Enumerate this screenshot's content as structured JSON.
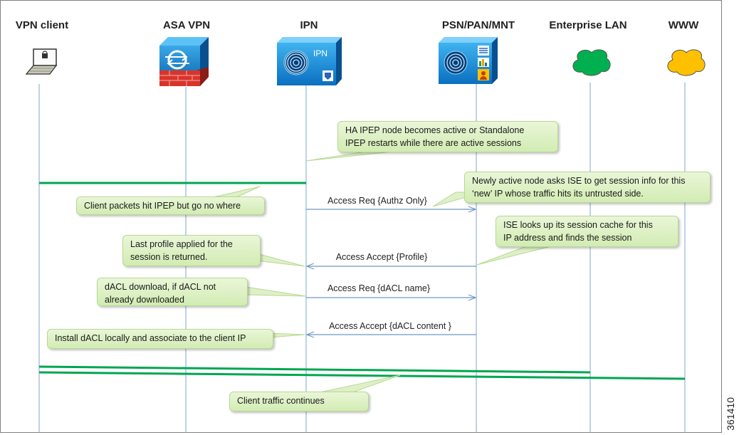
{
  "entities": [
    {
      "key": "vpn_client",
      "label": "VPN client",
      "icon": "laptop-icon"
    },
    {
      "key": "asa_vpn",
      "label": "ASA VPN",
      "icon": "firewall-icon"
    },
    {
      "key": "ipn",
      "label": "IPN",
      "icon": "ipn-appliance-icon",
      "badge": "IPN"
    },
    {
      "key": "psn",
      "label": "PSN/PAN/MNT",
      "icon": "ise-server-icon"
    },
    {
      "key": "enterprise_lan",
      "label": "Enterprise LAN",
      "icon": "green-cloud-icon"
    },
    {
      "key": "www",
      "label": "WWW",
      "icon": "yellow-cloud-icon"
    }
  ],
  "colors": {
    "lifeline": "#7fa6cf",
    "arrow": "#6f98c8",
    "traffic": "#00a651",
    "note_border": "#b7d993",
    "cloud_green": "#00b050",
    "cloud_yellow": "#ffc000"
  },
  "notes": {
    "ha_active": "HA IPEP node becomes active or Standalone\nIPEP restarts while there are active sessions",
    "client_packets": "Client packets hit IPEP but go no where",
    "newly_active": "Newly active node asks ISE to get session info for this\n‘new’ IP whose traffic hits its untrusted side.",
    "ise_lookup": "ISE looks up its session cache for this\nIP address and finds the session",
    "last_profile": "Last profile applied for the\nsession is returned.",
    "dacl_download": "dACL download, if dACL not\nalready downloaded",
    "install_dacl": "Install dACL locally and associate to the client IP",
    "client_traffic": "Client traffic continues"
  },
  "messages": {
    "access_req_authz": "Access Req {Authz Only}",
    "access_accept_profile": "Access Accept {Profile}",
    "access_req_dacl": "Access Req {dACL name}",
    "access_accept_dacl": "Access Accept {dACL content }"
  },
  "figure_id": "361410"
}
